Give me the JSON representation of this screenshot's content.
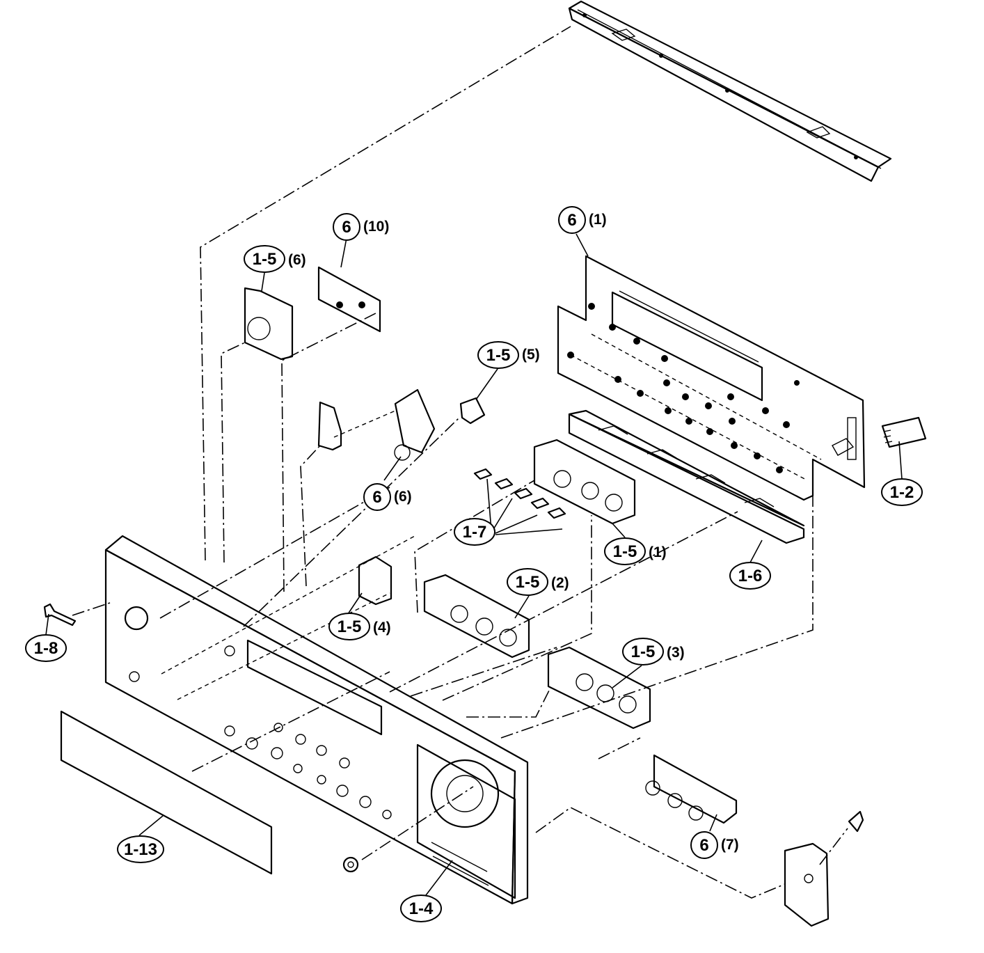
{
  "callouts": {
    "c1": {
      "id": "6",
      "sub": "(10)"
    },
    "c2": {
      "id": "1-5",
      "sub": "(6)"
    },
    "c3": {
      "id": "6",
      "sub": "(1)"
    },
    "c4": {
      "id": "1-5",
      "sub": "(5)"
    },
    "c5": {
      "id": "6",
      "sub": "(6)"
    },
    "c6": {
      "id": "1-2",
      "sub": ""
    },
    "c7": {
      "id": "1-7",
      "sub": ""
    },
    "c8": {
      "id": "1-5",
      "sub": "(1)"
    },
    "c9": {
      "id": "1-6",
      "sub": ""
    },
    "c10": {
      "id": "1-5",
      "sub": "(2)"
    },
    "c11": {
      "id": "1-5",
      "sub": "(4)"
    },
    "c12": {
      "id": "1-8",
      "sub": ""
    },
    "c13": {
      "id": "1-5",
      "sub": "(3)"
    },
    "c14": {
      "id": "1-13",
      "sub": ""
    },
    "c15": {
      "id": "6",
      "sub": "(7)"
    },
    "c16": {
      "id": "1-4",
      "sub": ""
    }
  }
}
